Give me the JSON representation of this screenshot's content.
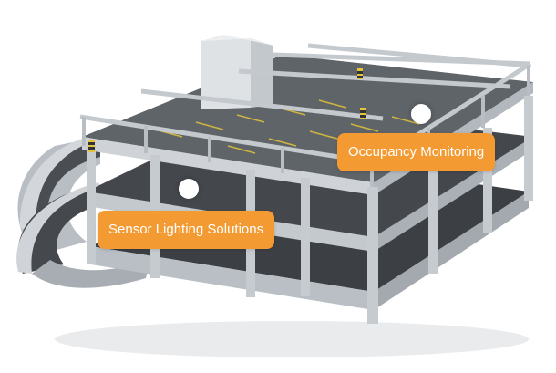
{
  "colors": {
    "accent": "#f39a33",
    "concrete": "#c9ced3",
    "concrete_dark": "#9aa1a8",
    "deck_dark": "#3a3d40",
    "deck_top": "#5e6368",
    "line_yellow": "#e4c43a"
  },
  "hotspots": [
    {
      "id": "occupancy",
      "label": "Occupancy Monitoring"
    },
    {
      "id": "lighting",
      "label": "Sensor Lighting Solutions"
    }
  ]
}
